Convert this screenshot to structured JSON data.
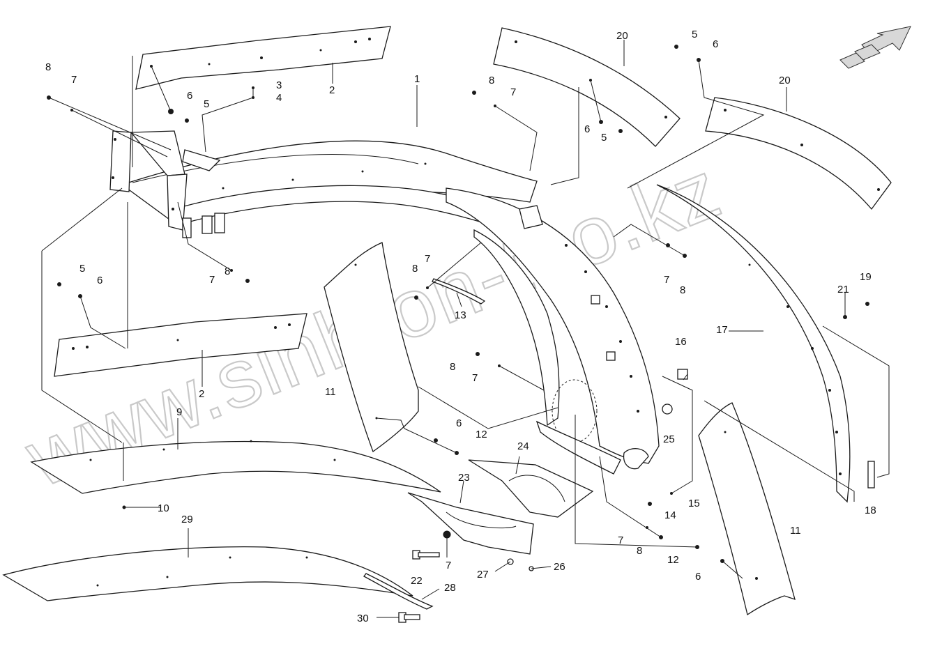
{
  "watermark": "www.sinhron-too.kz",
  "callouts": [
    {
      "id": "c1",
      "text": "1"
    },
    {
      "id": "c2a",
      "text": "2"
    },
    {
      "id": "c2b",
      "text": "2"
    },
    {
      "id": "c3",
      "text": "3"
    },
    {
      "id": "c4",
      "text": "4"
    },
    {
      "id": "c5a",
      "text": "5"
    },
    {
      "id": "c5b",
      "text": "5"
    },
    {
      "id": "c5c",
      "text": "5"
    },
    {
      "id": "c5d",
      "text": "5"
    },
    {
      "id": "c6a",
      "text": "6"
    },
    {
      "id": "c6b",
      "text": "6"
    },
    {
      "id": "c6c",
      "text": "6"
    },
    {
      "id": "c6d",
      "text": "6"
    },
    {
      "id": "c6e",
      "text": "6"
    },
    {
      "id": "c6f",
      "text": "6"
    },
    {
      "id": "c7a",
      "text": "7"
    },
    {
      "id": "c7b",
      "text": "7"
    },
    {
      "id": "c7c",
      "text": "7"
    },
    {
      "id": "c7d",
      "text": "7"
    },
    {
      "id": "c7e",
      "text": "7"
    },
    {
      "id": "c7f",
      "text": "7"
    },
    {
      "id": "c7g",
      "text": "7"
    },
    {
      "id": "c7h",
      "text": "7"
    },
    {
      "id": "c8a",
      "text": "8"
    },
    {
      "id": "c8b",
      "text": "8"
    },
    {
      "id": "c8c",
      "text": "8"
    },
    {
      "id": "c8d",
      "text": "8"
    },
    {
      "id": "c8e",
      "text": "8"
    },
    {
      "id": "c8f",
      "text": "8"
    },
    {
      "id": "c8g",
      "text": "8"
    },
    {
      "id": "c9",
      "text": "9"
    },
    {
      "id": "c10",
      "text": "10"
    },
    {
      "id": "c11a",
      "text": "11"
    },
    {
      "id": "c11b",
      "text": "11"
    },
    {
      "id": "c12a",
      "text": "12"
    },
    {
      "id": "c12b",
      "text": "12"
    },
    {
      "id": "c13",
      "text": "13"
    },
    {
      "id": "c14",
      "text": "14"
    },
    {
      "id": "c15",
      "text": "15"
    },
    {
      "id": "c16",
      "text": "16"
    },
    {
      "id": "c17",
      "text": "17"
    },
    {
      "id": "c18",
      "text": "18"
    },
    {
      "id": "c19",
      "text": "19"
    },
    {
      "id": "c20a",
      "text": "20"
    },
    {
      "id": "c20b",
      "text": "20"
    },
    {
      "id": "c21",
      "text": "21"
    },
    {
      "id": "c22",
      "text": "22"
    },
    {
      "id": "c23",
      "text": "23"
    },
    {
      "id": "c24",
      "text": "24"
    },
    {
      "id": "c25",
      "text": "25"
    },
    {
      "id": "c26",
      "text": "26"
    },
    {
      "id": "c27",
      "text": "27"
    },
    {
      "id": "c28",
      "text": "28"
    },
    {
      "id": "c29",
      "text": "29"
    },
    {
      "id": "c30",
      "text": "30"
    }
  ],
  "icons": {
    "direction": "direction-arrow-icon"
  }
}
